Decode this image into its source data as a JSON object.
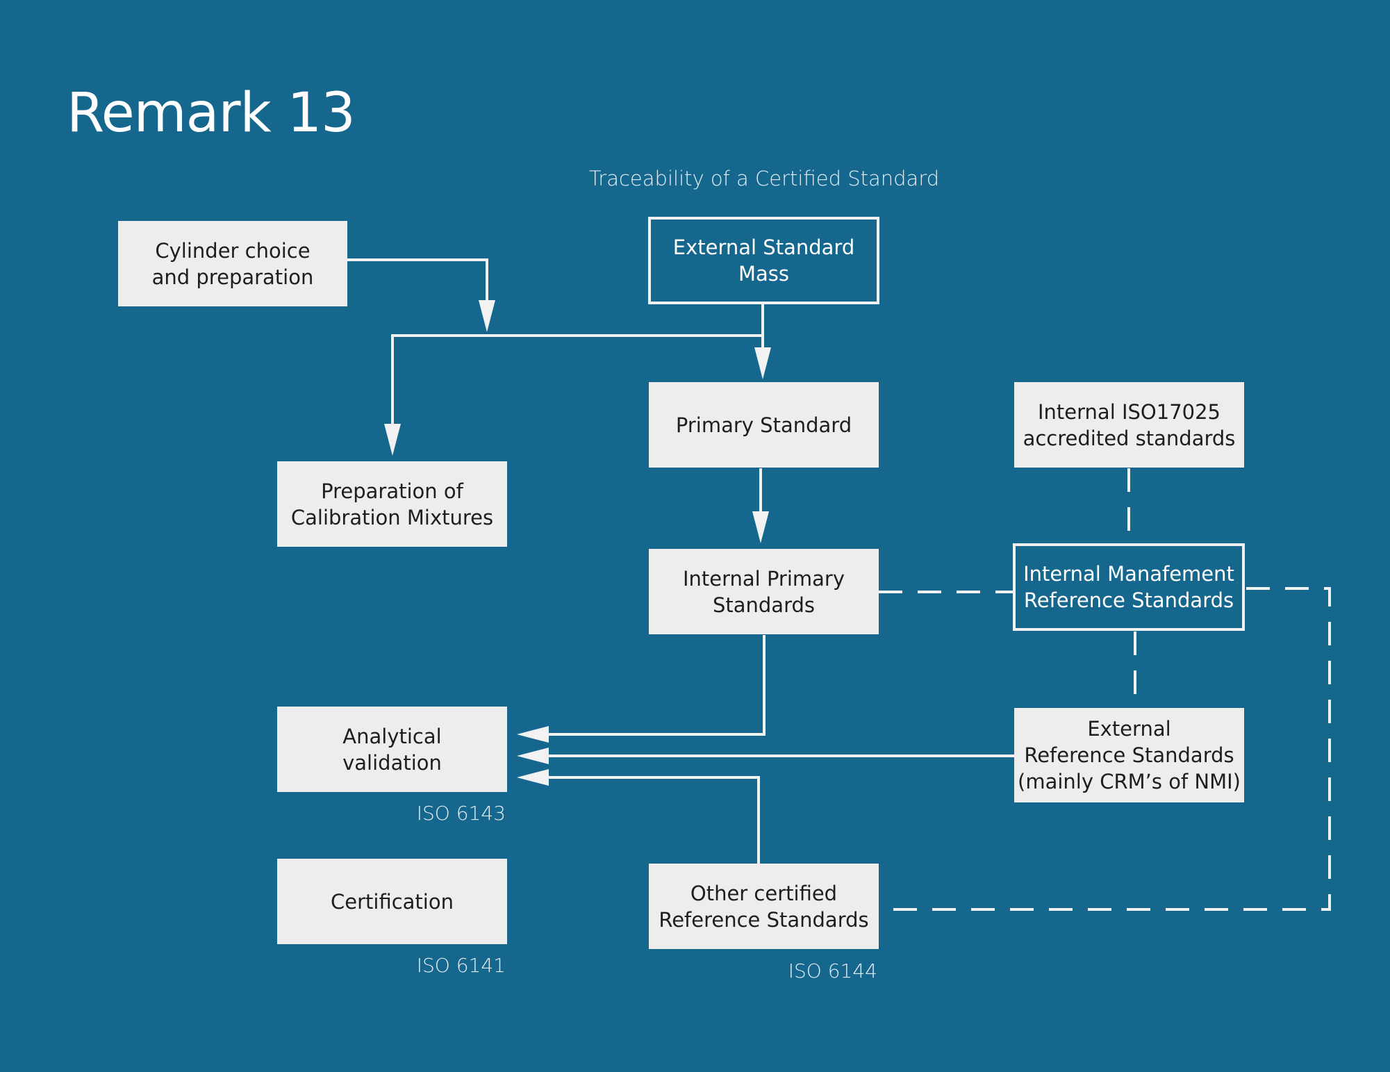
{
  "page": {
    "title": "Remark 13",
    "subtitle": "Traceability of a Certified Standard"
  },
  "nodes": {
    "cylinder": "Cylinder choice\nand preparation",
    "external_mass": "External Standard\nMass",
    "primary": "Primary Standard",
    "iso17025": "Internal ISO17025\naccredited standards",
    "preparation": "Preparation of\nCalibration Mixtures",
    "internal_primary": "Internal Primary\nStandards",
    "internal_management": "Internal Manafement\nReference Standards",
    "analytical": "Analytical\nvalidation",
    "external_reference": "External\nReference Standards\n(mainly CRM’s of NMI)",
    "certification": "Certification",
    "other_certified": "Other certified\nReference Standards"
  },
  "standards": {
    "iso6143": "ISO 6143",
    "iso6141": "ISO 6141",
    "iso6144": "ISO 6144"
  },
  "colors": {
    "background": "#16678e",
    "box_fill": "#ededed",
    "line": "#f2f2f2"
  }
}
